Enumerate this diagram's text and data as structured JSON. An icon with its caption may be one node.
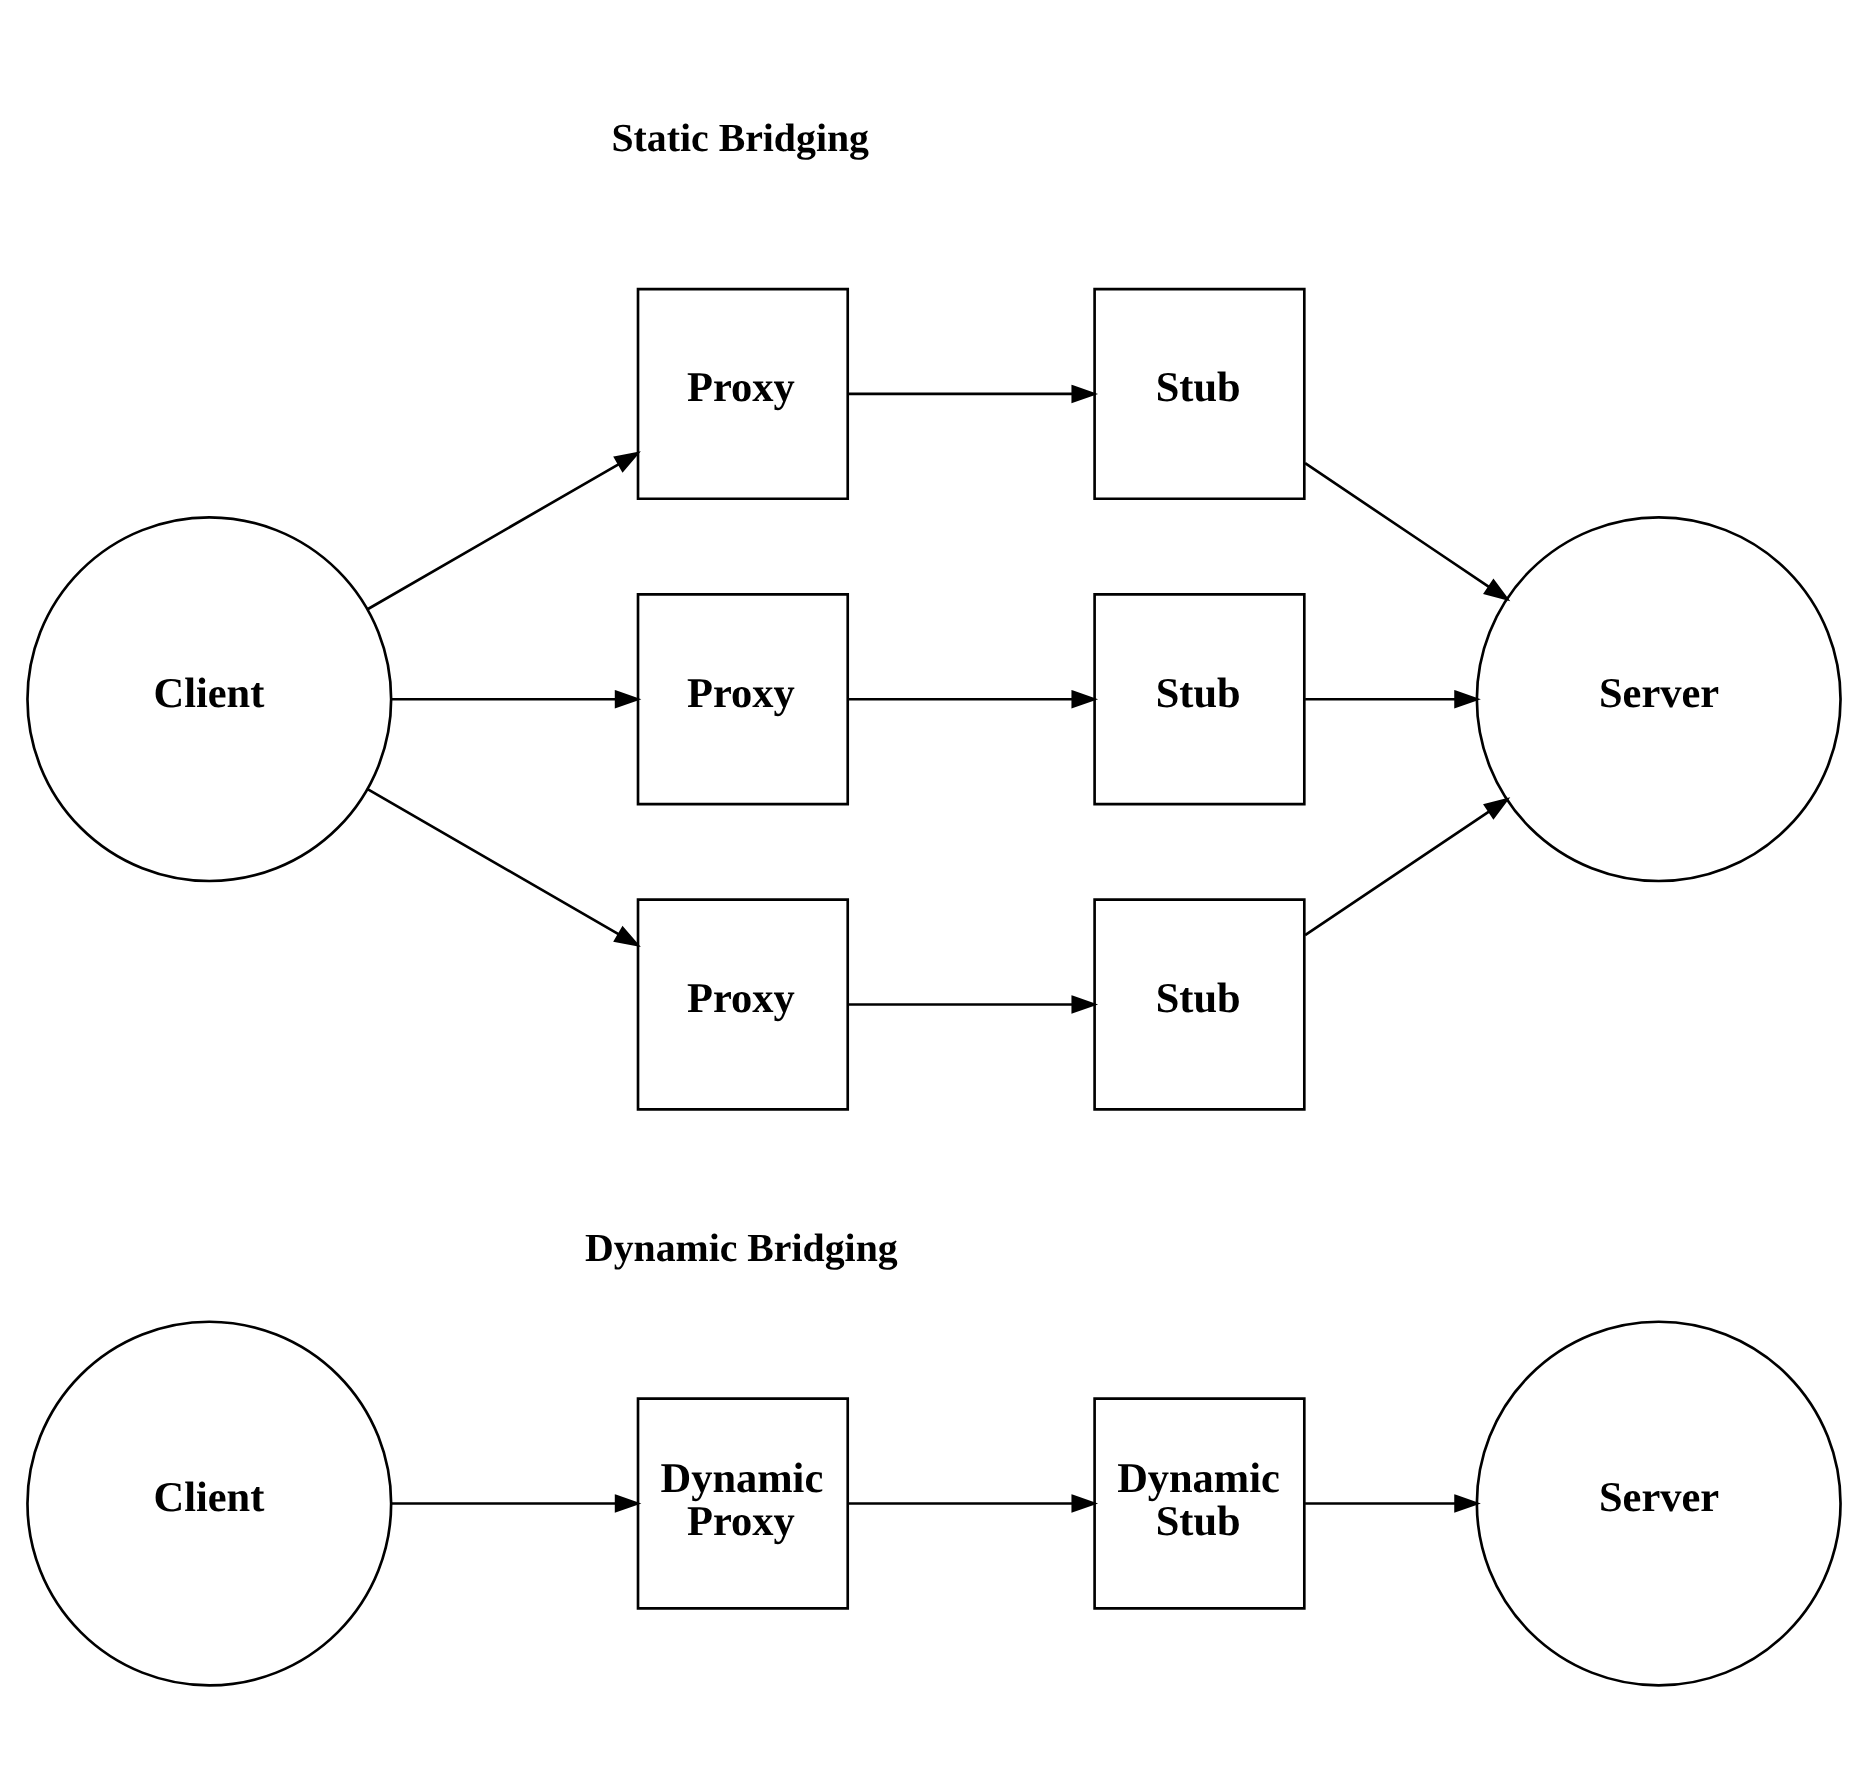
{
  "diagram": {
    "nodes": [
      {
        "text": [
          "Client"
        ]
      },
      {
        "text": [
          "Proxy"
        ]
      },
      {
        "text": [
          "Stub"
        ]
      },
      {
        "text": [
          "Proxy"
        ]
      },
      {
        "text": [
          "Stub"
        ]
      },
      {
        "text": [
          "Proxy"
        ]
      },
      {
        "text": [
          "Stub"
        ]
      },
      {
        "text": [
          "Server"
        ]
      },
      {
        "text": [
          "Client"
        ]
      },
      {
        "text": [
          "Dynamic Proxy"
        ]
      },
      {
        "text": [
          "Dynamic Stub"
        ]
      },
      {
        "text": [
          "Server"
        ]
      }
    ],
    "edges": [
      {
        "from": 0,
        "to": 1,
        "arrow": "to"
      },
      {
        "from": 1,
        "to": 2,
        "arrow": "to"
      },
      {
        "from": 2,
        "to": 7,
        "arrow": "to"
      },
      {
        "from": 0,
        "to": 3,
        "arrow": "to"
      },
      {
        "from": 3,
        "to": 4,
        "arrow": "to"
      },
      {
        "from": 4,
        "to": 7,
        "arrow": "to"
      },
      {
        "from": 0,
        "to": 5,
        "arrow": "to"
      },
      {
        "from": 5,
        "to": 6,
        "arrow": "to"
      },
      {
        "from": 6,
        "to": 7,
        "arrow": "to"
      },
      {
        "from": 8,
        "to": 9,
        "arrow": "to"
      },
      {
        "from": 9,
        "to": 10,
        "arrow": "to"
      },
      {
        "from": 10,
        "to": 11,
        "arrow": "to"
      }
    ],
    "labels": [
      "Static Bridging",
      "Dynamic Bridging"
    ]
  }
}
